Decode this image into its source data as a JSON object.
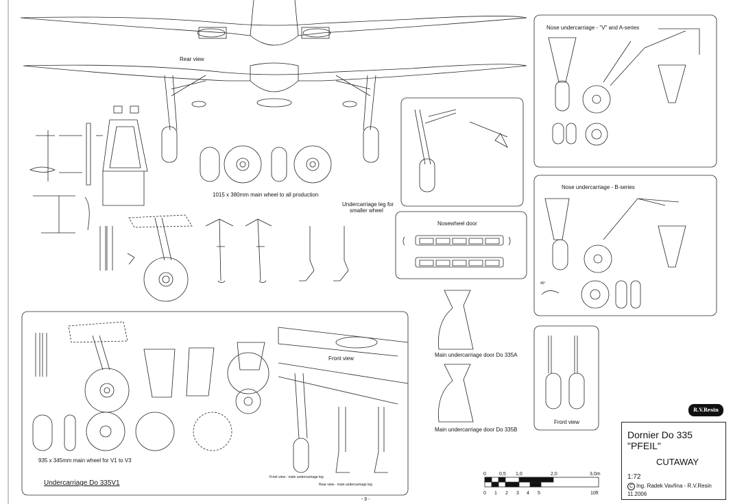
{
  "labels": {
    "rear_view": "Rear view",
    "main_wheel_1015": "1015 x 380mm main wheel to all production",
    "leg_smaller_1": "Undercarriage leg for",
    "leg_smaller_2": "smaller wheel",
    "nosewheel_door": "Nosewheel door",
    "nose_v_a": "Nose undercarriage - \"V\" and A-series",
    "nose_b": "Nose undercarriage - B-series",
    "angle_45": "45°",
    "door_335a": "Main undercarriage door Do 335A",
    "door_335b": "Main undercarriage door Do 335B",
    "front_view_main": "Front view",
    "front_view_right": "Front view",
    "wheel_935": "935 x 345mm main wheel  for V1 to V3",
    "front_view_leg": "Front view - main undercarriage leg",
    "rear_view_leg": "Rear view - main undercarriage leg",
    "section_title": "Undercarriage Do 335V1",
    "page_number": "- 9 -"
  },
  "title_block": {
    "title": "Dornier Do 335 \"PFEIL\"",
    "subtitle": "CUTAWAY",
    "scale": "1:72",
    "author": "Ing. Radek Vavřina - R.V.Resin",
    "copyright_symbol": "C",
    "date": "11.2006"
  },
  "logo": "R.V.Resin",
  "scale_bar": {
    "meters": [
      "0",
      "0,5",
      "1,0",
      "2,0",
      "3,0m"
    ],
    "feet": [
      "0",
      "1",
      "2",
      "3",
      "4",
      "5",
      "10ft"
    ]
  }
}
